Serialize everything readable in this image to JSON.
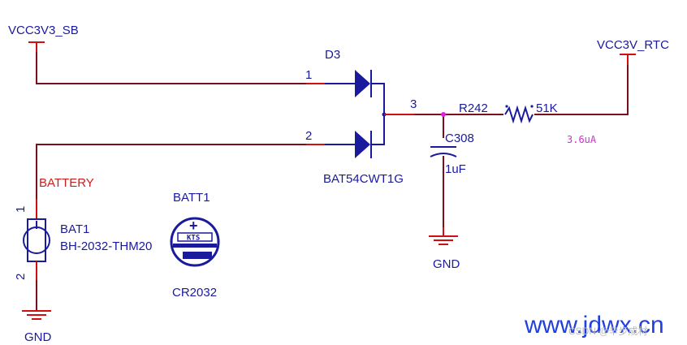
{
  "nets": {
    "vcc_sb": "VCC3V3_SB",
    "vcc_rtc": "VCC3V_RTC",
    "gnd_left": "GND",
    "gnd_cap": "GND",
    "battery": "BATTERY"
  },
  "diode": {
    "ref": "D3",
    "part": "BAT54CWT1G",
    "pin1": "1",
    "pin2": "2",
    "pin3": "3"
  },
  "resistor": {
    "ref": "R242",
    "value": "51K"
  },
  "capacitor": {
    "ref": "C308",
    "value": "1uF"
  },
  "current_annotation": "3.6uA",
  "battery_holder": {
    "ref": "BAT1",
    "part": "BH-2032-THM20",
    "pin1": "1",
    "pin2": "2"
  },
  "coin_cell": {
    "ref": "BATT1",
    "part": "CR2032",
    "logo": "KTS",
    "plus": "+"
  },
  "watermark": {
    "site": "www.jdwx.cn",
    "csdn": "CSDN @辛步成材"
  },
  "colors": {
    "wire": "#7a0f1e",
    "pin": "#d01010",
    "part": "#1a1a9c",
    "annotation": "#d030d0",
    "watermark": "#1f3fe0"
  }
}
